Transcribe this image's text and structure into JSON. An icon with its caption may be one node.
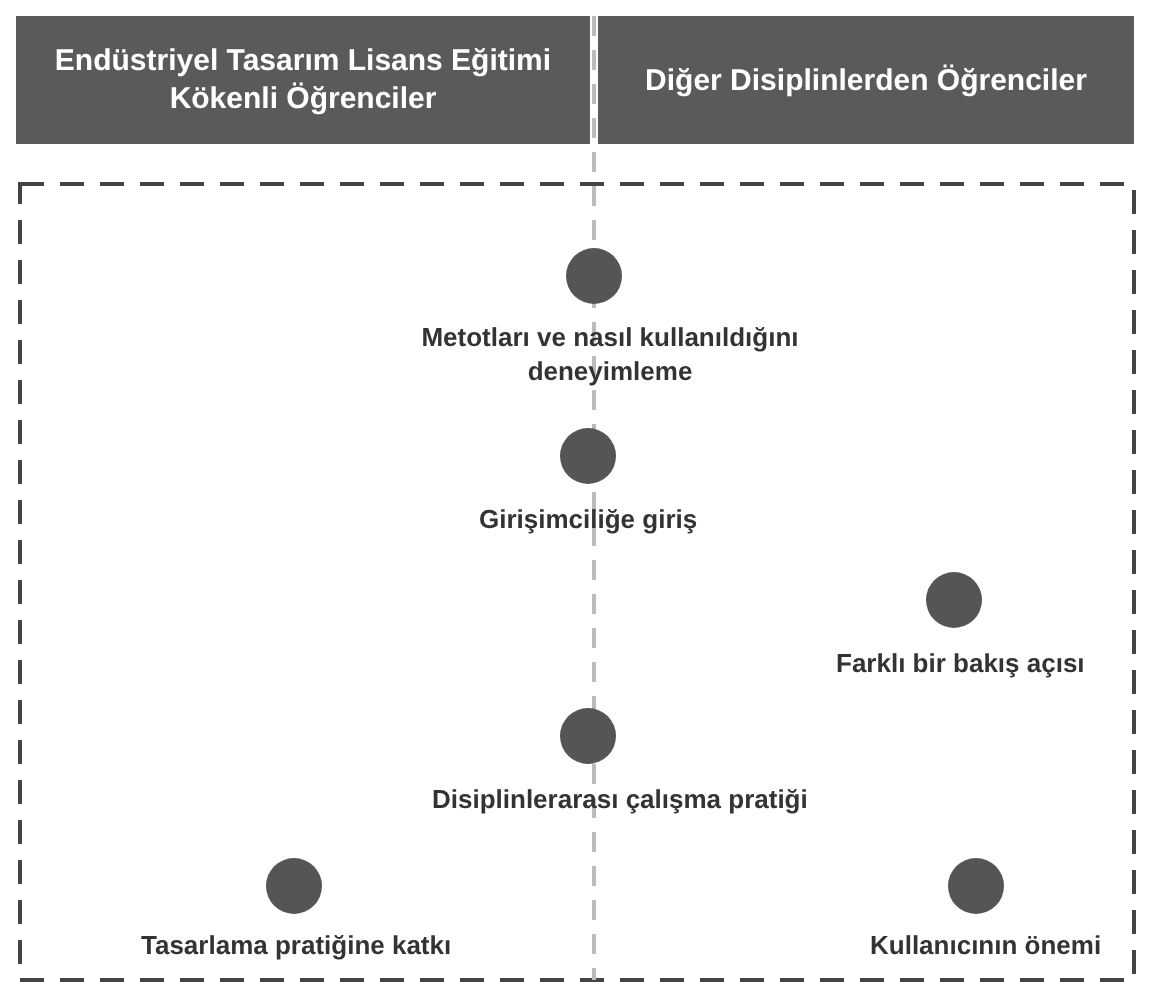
{
  "diagram": {
    "nodes": [
      {
        "text": [
          "Endüstriyel Tasarım Lisans Eğitimi Kökenli Öğrenciler"
        ]
      },
      {
        "text": [
          "Diğer Disiplinlerden Öğrenciler"
        ]
      },
      {
        "text": [],
        "shape": "circle",
        "beside": [
          "Metotları ve nasıl kullanıldığını deneyimleme"
        ]
      },
      {
        "text": [],
        "shape": "circle",
        "beside": [
          "Girişimciliğe giriş"
        ]
      },
      {
        "text": [],
        "shape": "circle",
        "beside": [
          "Farklı bir bakış açısı"
        ]
      },
      {
        "text": [],
        "shape": "circle",
        "beside": [
          "Disiplinlerarası çalışma pratiği"
        ]
      },
      {
        "text": [],
        "shape": "circle",
        "beside": [
          "Tasarlama pratiğine katkı"
        ]
      },
      {
        "text": [],
        "shape": "circle",
        "beside": [
          "Kullanıcının önemi"
        ]
      }
    ]
  }
}
